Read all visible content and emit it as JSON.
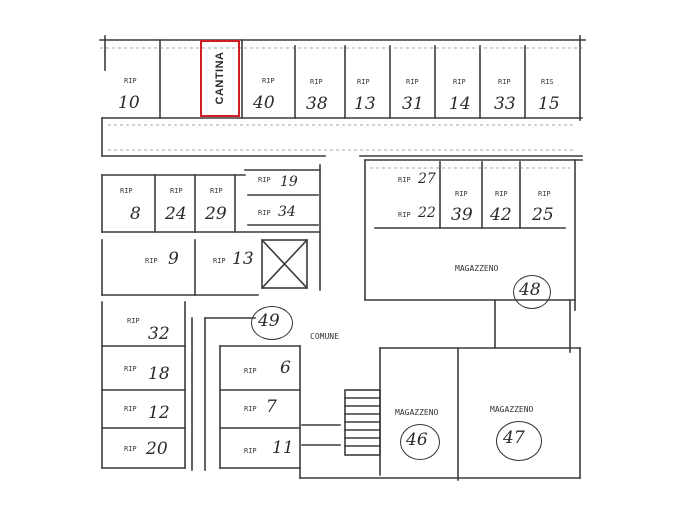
{
  "highlight": {
    "label": "CANTINA",
    "color": "#d21c24"
  },
  "rooms_top": [
    {
      "rip": "RIP",
      "num": "10"
    },
    {
      "rip": "RIP",
      "num": "40"
    },
    {
      "rip": "RIP",
      "num": "38"
    },
    {
      "rip": "RIP",
      "num": "13"
    },
    {
      "rip": "RIP",
      "num": "31"
    },
    {
      "rip": "RIP",
      "num": "14"
    },
    {
      "rip": "RIP",
      "num": "33"
    },
    {
      "rip": "RIS",
      "num": "15"
    }
  ],
  "rooms_middle": [
    {
      "rip": "RIP",
      "num": "8"
    },
    {
      "rip": "RIP",
      "num": "24"
    },
    {
      "rip": "RIP",
      "num": "29"
    },
    {
      "rip": "RIP",
      "num": "19"
    },
    {
      "rip": "RIP",
      "num": "34"
    },
    {
      "rip": "RIP",
      "num": "9"
    },
    {
      "rip": "RIP",
      "num": "13"
    }
  ],
  "rooms_right": [
    {
      "rip": "RIP",
      "num": "27"
    },
    {
      "rip": "RIP",
      "num": "22"
    },
    {
      "rip": "RIP",
      "num": "39"
    },
    {
      "rip": "RIP",
      "num": "42"
    },
    {
      "rip": "RIP",
      "num": "25"
    }
  ],
  "rooms_left": [
    {
      "rip": "RIP",
      "num": "32"
    },
    {
      "rip": "RIP",
      "num": "18"
    },
    {
      "rip": "RIP",
      "num": "12"
    },
    {
      "rip": "RIP",
      "num": "20"
    }
  ],
  "rooms_center": [
    {
      "rip": "RIP",
      "num": "6"
    },
    {
      "rip": "RIP",
      "num": "7"
    },
    {
      "rip": "RIP",
      "num": "11"
    }
  ],
  "magazzini": [
    {
      "label": "MAGAZZENO",
      "num": "48"
    },
    {
      "label": "MAGAZZENO",
      "num": "46"
    },
    {
      "label": "MAGAZZENO",
      "num": "47"
    }
  ],
  "comune": {
    "label": "COMUNE",
    "num": "49"
  }
}
